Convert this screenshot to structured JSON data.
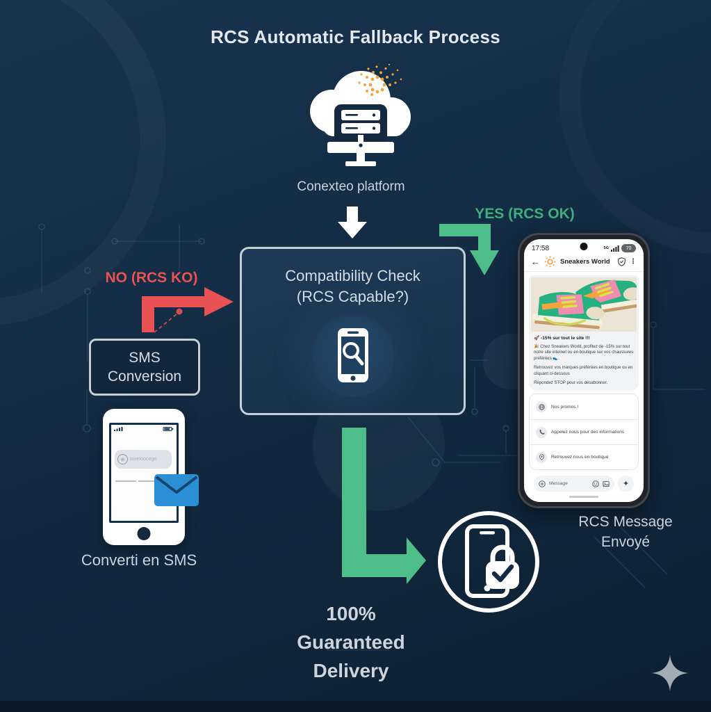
{
  "title": "RCS Automatic Fallback Process",
  "colors": {
    "background": "#132a42",
    "accent_green": "#4dbd8a",
    "green_text": "#3fae7f",
    "accent_red": "#e85252",
    "envelope_blue": "#2b8fd6",
    "sun_orange": "#f2a33c",
    "box_border": "#c7cfd6",
    "label_gray": "#c9d3dc"
  },
  "platform": {
    "label": "Conexteo platform"
  },
  "decision": {
    "line1": "Compatibility Check",
    "line2": "(RCS Capable?)"
  },
  "branches": {
    "yes_label": "YES (RCS OK)",
    "no_label": "NO (RCS KO)"
  },
  "sms": {
    "box_line1": "SMS",
    "box_line2": "Conversion",
    "phone_bubble_text": "lanetoocege.",
    "caption": "Converti en SMS"
  },
  "delivery": {
    "line1": "100%",
    "line2": "Guaranteed",
    "line3": "Delivery"
  },
  "rcs_phone": {
    "status": {
      "time": "17:58",
      "network": "5G",
      "battery": "70"
    },
    "header": {
      "sender": "Sneakers World"
    },
    "message": {
      "headline": "🚀 -15% sur tout le site !!!",
      "body1": "🎉 Chez Sneakers World, profitez de -15% sur tout notre site internet ou en boutique sur vos chaussures préférées 👟.",
      "body2": "Retrouvez vos marques préférées en boutique ou en cliquant ci-dessous",
      "body3": "Répondez STOP pour vos désabonner."
    },
    "buttons": [
      {
        "icon": "globe-icon",
        "label": "Nos promos !"
      },
      {
        "icon": "phone-icon",
        "label": "Appelez nous  pour des informations"
      },
      {
        "icon": "location-pin-icon",
        "label": "Retrouvez nous en boutique"
      }
    ],
    "composer": {
      "placeholder": "Message"
    },
    "caption_line1": "RCS Message",
    "caption_line2": "Envoyé"
  }
}
